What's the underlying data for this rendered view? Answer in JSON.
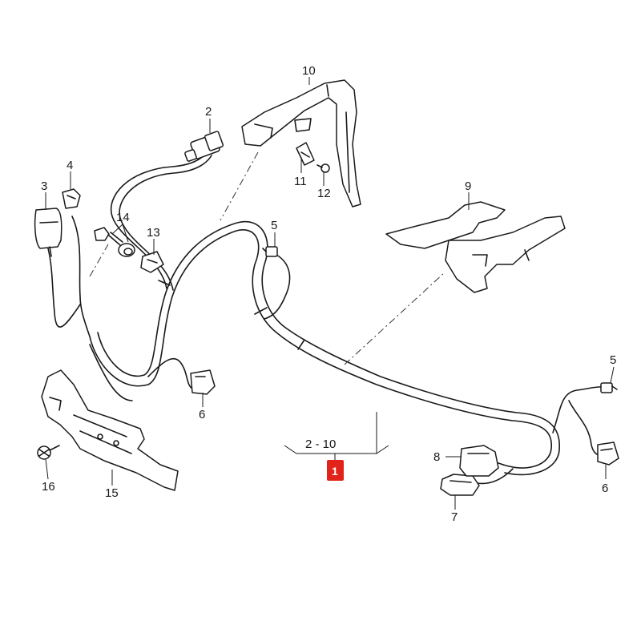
{
  "callouts": {
    "c2": "2",
    "c3": "3",
    "c4": "4",
    "c5a": "5",
    "c5b": "5",
    "c6a": "6",
    "c6b": "6",
    "c7": "7",
    "c8": "8",
    "c9": "9",
    "c10": "10",
    "c11": "11",
    "c12": "12",
    "c13": "13",
    "c14": "14",
    "c15": "15",
    "c16": "16"
  },
  "assembly": {
    "range_label": "2 - 10",
    "badge_label": "1",
    "badge_color": "#e2231a"
  }
}
